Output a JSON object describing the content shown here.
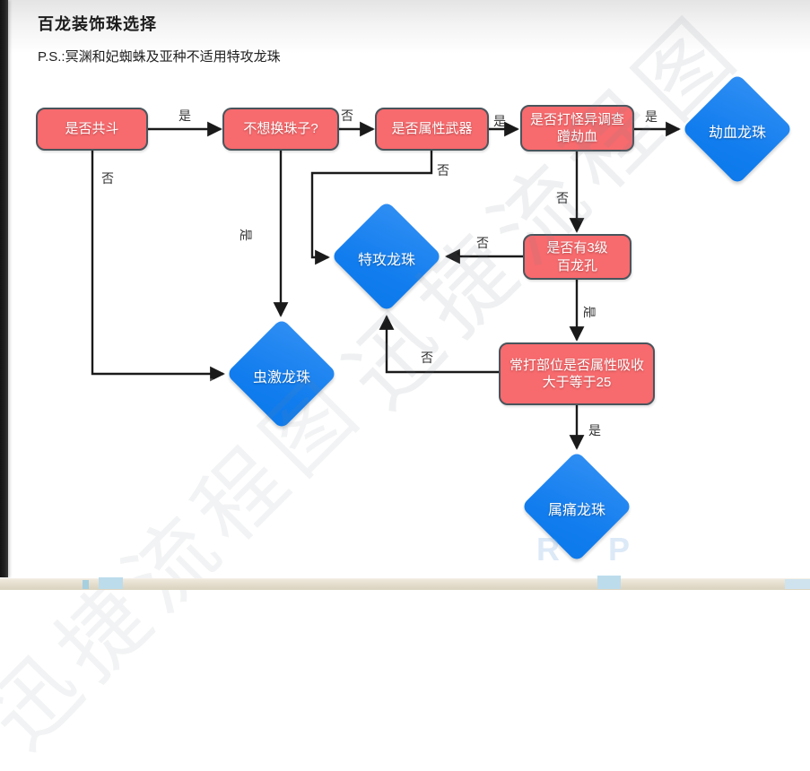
{
  "header": {
    "title": "百龙装饰珠选择",
    "subtitle": "P.S.:冥渊和妃蜘蛛及亚种不适用特攻龙珠"
  },
  "nodes": {
    "decisions": [
      {
        "label": "是否共斗"
      },
      {
        "label": "不想换珠子?"
      },
      {
        "label": "是否属性武器"
      },
      {
        "label": "是否打怪异调查\n蹭劫血"
      },
      {
        "label": "是否有3级\n百龙孔"
      },
      {
        "label": "常打部位是否属性吸收\n大于等于25"
      }
    ],
    "results": [
      {
        "label": "劫血龙珠"
      },
      {
        "label": "特攻龙珠"
      },
      {
        "label": "虫激龙珠"
      },
      {
        "label": "属痛龙珠"
      }
    ]
  },
  "edge_labels": {
    "gongdou_yes": "是",
    "gongdou_no": "否",
    "huanzhuzi_no": "否",
    "huanzhuzi_yes": "是",
    "shuxingwuqi_yes": "是",
    "shuxingwuqi_no": "否",
    "diaocha_yes": "是",
    "diaocha_no": "否",
    "bailongkong_no": "否",
    "bailongkong_yes": "是",
    "xishou_yes": "是",
    "xishou_no": "否"
  },
  "watermark": {
    "main": "迅捷流程图",
    "tile2": "迅捷流程图",
    "bottom_letters": "R P"
  },
  "colors": {
    "decision_fill": "#f76a6d",
    "decision_border": "#49555c",
    "result_fill": "#157ff0",
    "edge": "#1a1a1a",
    "edge_label": "#333333"
  }
}
